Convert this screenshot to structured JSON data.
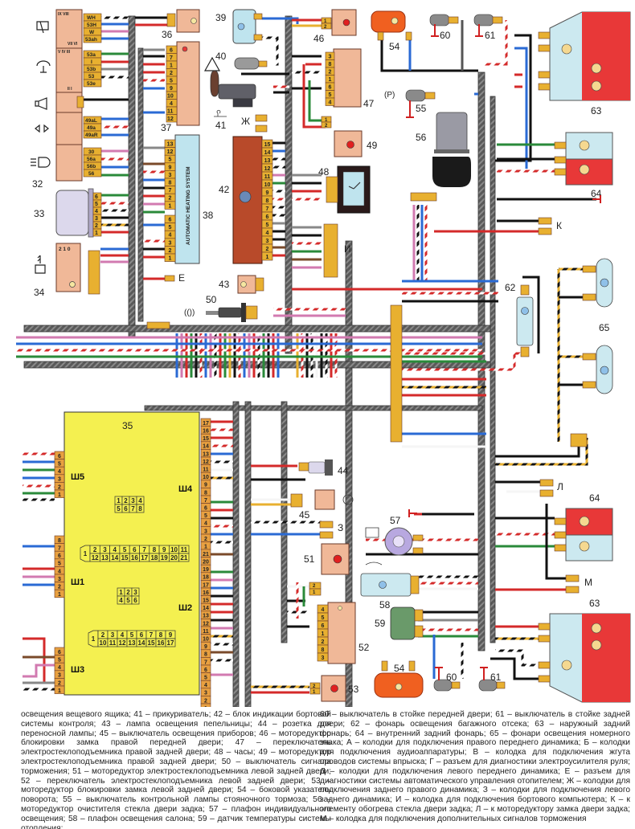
{
  "diagram": {
    "title": "Wiring diagram — rear body / interior circuits",
    "colors": {
      "connector": "#e8b030",
      "component_pink": "#f0b898",
      "block_35": "#f4f050",
      "heating_block": "#bfe4ee",
      "indicator_block": "#b84a2a",
      "lamp_red": "#e83838",
      "lamp_blue": "#cce9f0",
      "turn_orange": "#f06020",
      "harness_gray": "#555555",
      "wire_red": "#d42a2a",
      "wire_blue": "#2a6ad4",
      "wire_green": "#2a8a3a",
      "wire_black": "#111111",
      "wire_pink": "#d27ab0",
      "wire_brown": "#7a4a2a",
      "wire_white": "#f5f5f5"
    },
    "components": {
      "c32": "32",
      "c33": "33",
      "c34": "34",
      "c35": "35",
      "c36": "36",
      "c37": "37",
      "c38": "38",
      "c39": "39",
      "c40": "40",
      "c41": "41",
      "c42": "42",
      "c43": "43",
      "c44": "44",
      "c45": "45",
      "c46": "46",
      "c47": "47",
      "c48": "48",
      "c49": "49",
      "c50": "50",
      "c51": "51",
      "c52": "52",
      "c53": "53",
      "c54a": "54",
      "c54b": "54",
      "c55": "55",
      "c56": "56",
      "c57": "57",
      "c58": "58",
      "c59": "59",
      "c60a": "60",
      "c60b": "60",
      "c61a": "61",
      "c61b": "61",
      "c62": "62",
      "c63a": "63",
      "c63b": "63",
      "c64a": "64",
      "c64b": "64",
      "c65": "65"
    },
    "letters": {
      "E": "Е",
      "ZH": "Ж",
      "I": "И",
      "K": "К",
      "L": "Л",
      "M": "М",
      "Z": "З"
    },
    "heating_system_label": "AUTOMATIC HEATING SYSTEM",
    "switch_stalk_pins": {
      "wiper_top": [
        "WH",
        "53H",
        "W",
        "53ah"
      ],
      "wiper_bottom": [
        "53a",
        "I",
        "53b",
        "53",
        "53e"
      ],
      "turn": [
        "49aL",
        "49a",
        "49aR"
      ],
      "light": [
        "30",
        "56a",
        "56b",
        "56"
      ],
      "roman_top": "IX VIII",
      "roman_mid": "VII VI",
      "roman_low": "V IV III",
      "roman_bot": "II I"
    },
    "block_33_pins": [
      "6",
      "5",
      "4",
      "3",
      "2",
      "1"
    ],
    "block_34_positions": "2 1 0",
    "block_37_pins": [
      "6",
      "7",
      "1",
      "2",
      "5",
      "9",
      "10",
      "4",
      "11",
      "12"
    ],
    "block_38_pins_top": [
      "13",
      "12",
      "5",
      "9",
      "3",
      "8",
      "7",
      "2",
      "1"
    ],
    "block_38_pins_bottom": [
      "6",
      "5",
      "4",
      "3",
      "2",
      "1"
    ],
    "block_42_pins": [
      "15",
      "14",
      "13",
      "12",
      "11",
      "10",
      "9",
      "8",
      "7",
      "6",
      "5",
      "4",
      "3",
      "2",
      "1"
    ],
    "block_47_pins": [
      "3",
      "8",
      "2",
      "1",
      "6",
      "5",
      "4"
    ],
    "block_49_pins": [
      "1",
      "2"
    ],
    "block_46_pins": [
      "1",
      "2"
    ],
    "block_51_pins": [
      "2",
      "1"
    ],
    "block_52_pins": [
      "4",
      "5",
      "6",
      "1",
      "2",
      "8",
      "3"
    ],
    "block_53_pins": [
      "2",
      "1"
    ],
    "block_35": {
      "sockets": {
        "sh5": "Ш5",
        "sh4": "Ш4",
        "sh1": "Ш1",
        "sh2": "Ш2",
        "sh3": "Ш3"
      },
      "sh5_pins": [
        "6",
        "5",
        "4",
        "3",
        "2",
        "1"
      ],
      "sh1_pins": [
        "8",
        "7",
        "6",
        "5",
        "4",
        "3",
        "2",
        "1"
      ],
      "sh3_pins": [
        "6",
        "5",
        "4",
        "3",
        "2",
        "1"
      ],
      "sh4_pins": [
        "17",
        "16",
        "15",
        "14",
        "13",
        "12",
        "11",
        "10",
        "9",
        "8",
        "7",
        "6",
        "5",
        "4",
        "3",
        "2",
        "1"
      ],
      "sh2_pins": [
        "21",
        "20",
        "19",
        "18",
        "17",
        "16",
        "15",
        "14",
        "13",
        "12",
        "11",
        "10",
        "9",
        "8",
        "7",
        "6",
        "5",
        "4",
        "3",
        "2",
        "1"
      ],
      "socket_8": {
        "row1": [
          "1",
          "2",
          "3",
          "4"
        ],
        "row2": [
          "5",
          "6",
          "7",
          "8"
        ]
      },
      "socket_21": {
        "first": "1",
        "row1": [
          "2",
          "3",
          "4",
          "5",
          "6",
          "7",
          "8",
          "9",
          "10",
          "11"
        ],
        "row2": [
          "12",
          "13",
          "14",
          "15",
          "16",
          "17",
          "18",
          "19",
          "20",
          "21"
        ]
      },
      "socket_6": {
        "row1": [
          "1",
          "2",
          "3"
        ],
        "row2": [
          "4",
          "5",
          "6"
        ]
      },
      "socket_17": {
        "first": "1",
        "row1": [
          "2",
          "3",
          "4",
          "5",
          "6",
          "7",
          "8",
          "9"
        ],
        "row2": [
          "10",
          "11",
          "12",
          "13",
          "14",
          "15",
          "16",
          "17"
        ]
      }
    },
    "symbols": {
      "parking_brake": "(P)",
      "brake": "(())"
    }
  },
  "caption": {
    "left": "освещения вещевого ящика; 41 – прикуриватель; 42 – блок индикации бортовой системы контроля; 43 – лампа освещения пепельницы; 44 – розетка для переносной лампы; 45 – выключатель освещения приборов; 46 – моторедуктор блокировки замка правой передней двери; 47 – переключатель электростеклоподъемника правой задней двери; 48 – часы; 49 – моторедуктор электростеклоподъемника правой задней двери; 50 – выключатель сигнала торможения; 51 – моторедуктор электростеклоподъемника левой задней двери; 52 – переключатель электростеклоподъемника левой задней двери; 53 – моторедуктор блокировки замка левой задней двери; 54 – боковой указатель поворота; 55 – выключатель контрольной лампы стояночного тормоза; 56 – моторедуктор очистителя стекла двери задка; 57 – плафон индивидуального освещения; 58 – плафон освещения салона; 59 – датчик температуры системы отопления;",
    "right": "60 – выключатель в стойке передней двери; 61 – выключатель в стойке задней двери; 62 – фонарь освещения багажного отсека; 63 – наружный задний фонарь; 64 – внутренний задний фонарь; 65 – фонари освещения номерного знака; А – колодки для подключения правого переднего динамика; Б – колодки для подключения аудиоаппаратуры; В – колодка для подключения жгута проводов системы впрыска; Г – разъем для диагностики электроусилителя руля; Д – колодки для подключения левого переднего динамика; Е – разъем для диагностики системы автоматического управления отопителем; Ж – колодки для подключения заднего правого динамика; З – колодки для подключения левого заднего динамика; И – колодка для подключения бортового компьютера; К – к элементу обогрева стекла двери задка; Л – к моторедуктору замка двери задка; М – колодка для подключения дополнительных сигналов торможения"
  }
}
